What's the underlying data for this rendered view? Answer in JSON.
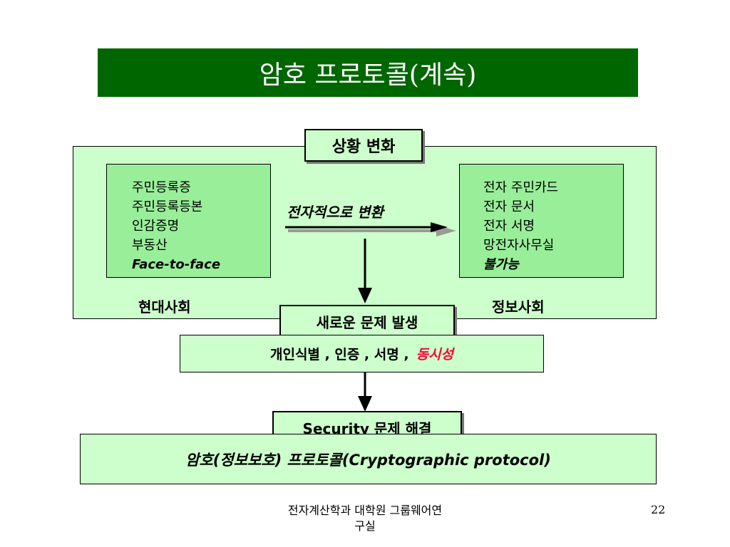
{
  "slide": {
    "title": "암호 프로토콜(계속)",
    "page_number": "22",
    "footer_line1": "전자계산학과 대학원 그룹웨어연",
    "footer_line2": "구실"
  },
  "diagram": {
    "situation_label": "상황 변화",
    "left_items": [
      "주민등록증",
      "주민등록등본",
      "인감증명",
      "부동산"
    ],
    "left_last": "Face-to-face",
    "left_caption": "현대사회",
    "arrow_label": "전자적으로 변환",
    "right_items": [
      "전자 주민카드",
      "전자 문서",
      "전자 서명",
      "망전자사무실"
    ],
    "right_last": "불가능",
    "right_caption": "정보사회",
    "problem_label": "새로운 문제 발생",
    "problems_text": "개인식별 , 인증 , 서명 ,",
    "problems_highlight": "동시성",
    "solution_label": "Security 문제 해결",
    "solution_text": "암호(정보보호) 프로토콜(Cryptographic protocol)",
    "colors": {
      "title_bg": "#006600",
      "highlight": "#ff0033",
      "panel": "#ccffcc",
      "inner": "#99ee99"
    }
  }
}
